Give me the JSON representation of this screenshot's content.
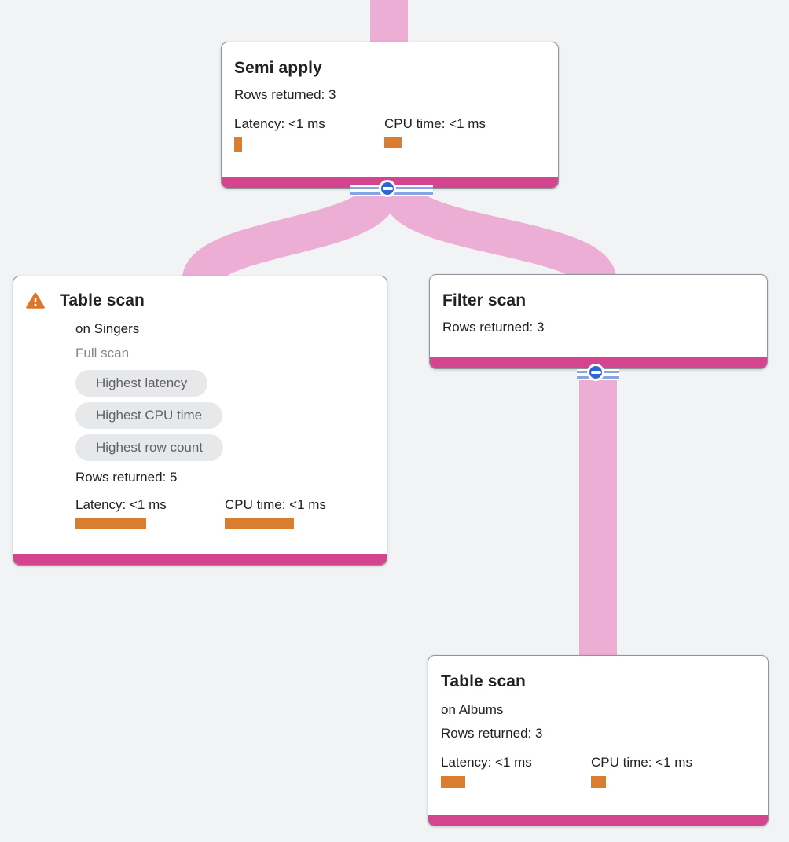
{
  "app": {
    "description_title": "Query execution plan graph",
    "colors": {
      "background": "#f1f3f4",
      "edge_pink": "#ecaed4",
      "node_footer_magenta": "#d5458f",
      "metric_bar_orange": "#d97e30",
      "warning_orange": "#d9782d",
      "collapse_button_blue": "#2d66d4",
      "badge_background": "#e7e8ea",
      "badge_text": "#5f6368",
      "card_border": "#8f959b"
    }
  },
  "nodes": [
    {
      "id": "semi-apply",
      "title": "Semi apply",
      "rows_returned": "Rows returned: 3",
      "latency_label": "Latency: <1 ms",
      "cpu_label": "CPU time: <1 ms"
    },
    {
      "id": "table-scan-singers",
      "title": "Table scan",
      "subtitle": "on Singers",
      "scan_type": "Full scan",
      "warning": "warning-triangle-icon",
      "badges": [
        "Highest latency",
        "Highest CPU time",
        "Highest row count"
      ],
      "rows_returned": "Rows returned: 5",
      "latency_label": "Latency: <1 ms",
      "cpu_label": "CPU time: <1 ms"
    },
    {
      "id": "filter-scan",
      "title": "Filter scan",
      "rows_returned": "Rows returned: 3"
    },
    {
      "id": "table-scan-albums",
      "title": "Table scan",
      "subtitle": "on Albums",
      "rows_returned": "Rows returned: 3",
      "latency_label": "Latency: <1 ms",
      "cpu_label": "CPU time: <1 ms"
    }
  ],
  "edges": [
    {
      "from": "parent-offscreen",
      "to": "semi-apply"
    },
    {
      "from": "semi-apply",
      "to": "table-scan-singers"
    },
    {
      "from": "semi-apply",
      "to": "filter-scan"
    },
    {
      "from": "filter-scan",
      "to": "table-scan-albums"
    }
  ],
  "collapse_buttons": [
    {
      "attached_to": "semi-apply",
      "state": "expanded",
      "icon": "minus"
    },
    {
      "attached_to": "filter-scan",
      "state": "expanded",
      "icon": "minus"
    }
  ]
}
